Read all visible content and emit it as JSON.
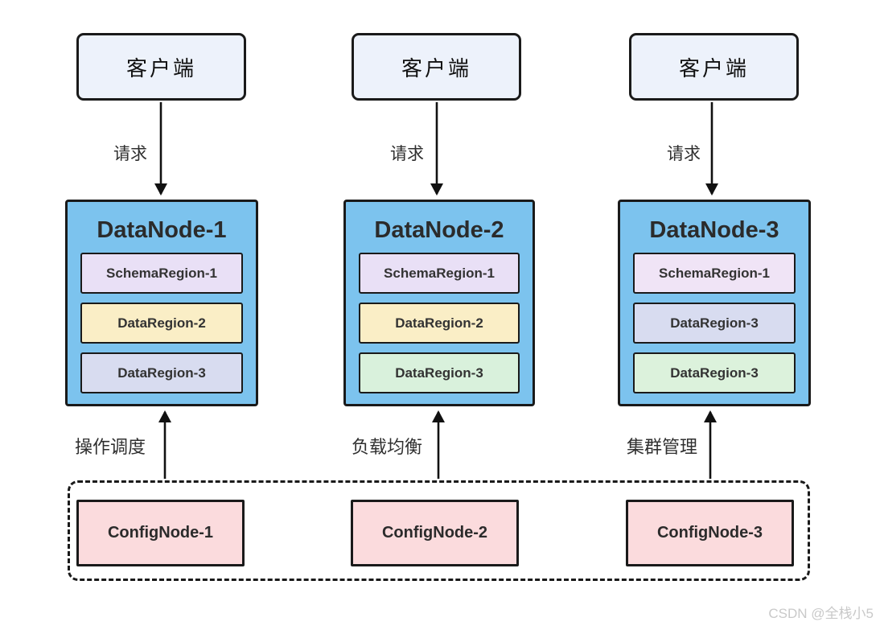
{
  "diagram": {
    "palette": {
      "client_fill": "#edf2fb",
      "datanode_fill": "#7cc3ee",
      "confignode_fill": "#fbdbdd",
      "border": "#1a1a1a",
      "schema_region_fill": "#e9e0f6",
      "data_region_yellow": "#faeec6",
      "data_region_lavender": "#d8dcf0",
      "data_region_green": "#d9f1dc"
    },
    "clients": [
      {
        "label": "客户端"
      },
      {
        "label": "客户端"
      },
      {
        "label": "客户端"
      }
    ],
    "request_labels": [
      "请求",
      "请求",
      "请求"
    ],
    "datanodes": [
      {
        "title": "DataNode-1",
        "regions": [
          {
            "label": "SchemaRegion-1",
            "color": "#e9e0f6"
          },
          {
            "label": "DataRegion-2",
            "color": "#faeec6"
          },
          {
            "label": "DataRegion-3",
            "color": "#d8dcf0"
          }
        ]
      },
      {
        "title": "DataNode-2",
        "regions": [
          {
            "label": "SchemaRegion-1",
            "color": "#e9e0f6"
          },
          {
            "label": "DataRegion-2",
            "color": "#faeec6"
          },
          {
            "label": "DataRegion-3",
            "color": "#d9f1dc"
          }
        ]
      },
      {
        "title": "DataNode-3",
        "regions": [
          {
            "label": "SchemaRegion-1",
            "color": "#f0e4f6"
          },
          {
            "label": "DataRegion-3",
            "color": "#d8dcf0"
          },
          {
            "label": "DataRegion-3",
            "color": "#dcf2dc"
          }
        ]
      }
    ],
    "config_arrow_labels": [
      "操作调度",
      "负载均衡",
      "集群管理"
    ],
    "confignodes": [
      {
        "label": "ConfigNode-1"
      },
      {
        "label": "ConfigNode-2"
      },
      {
        "label": "ConfigNode-3"
      }
    ],
    "watermark": "CSDN @全栈小5"
  }
}
